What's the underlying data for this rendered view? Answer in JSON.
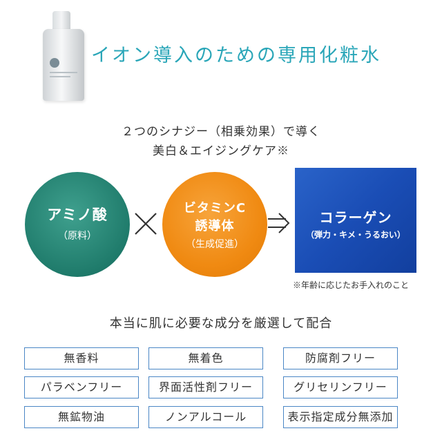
{
  "header": {
    "title": "イオン導入のための専用化粧水"
  },
  "intro": {
    "line1": "２つのシナジー（相乗効果）で導く",
    "line2": "美白＆エイジングケア※"
  },
  "circles": {
    "left": {
      "title": "アミノ酸",
      "subtitle": "（原料）",
      "color": "#1f7b6b"
    },
    "middle": {
      "title_line1": "ビタミンC",
      "title_line2": "誘導体",
      "subtitle": "（生成促進）",
      "color": "#f08a12"
    }
  },
  "result_box": {
    "title": "コラーゲン",
    "subtitle": "（弾力・キメ・うるおい）",
    "color": "#1a4db5"
  },
  "note": "※年齢に応じたお手入れのこと",
  "features": {
    "heading": "本当に肌に必要な成分を厳選して配合",
    "tags": [
      "無香料",
      "無着色",
      "防腐剤フリー",
      "パラベンフリー",
      "界面活性剤フリー",
      "グリセリンフリー",
      "無鉱物油",
      "ノンアルコール",
      "表示指定成分無添加"
    ],
    "border_color": "#4a86c5"
  }
}
